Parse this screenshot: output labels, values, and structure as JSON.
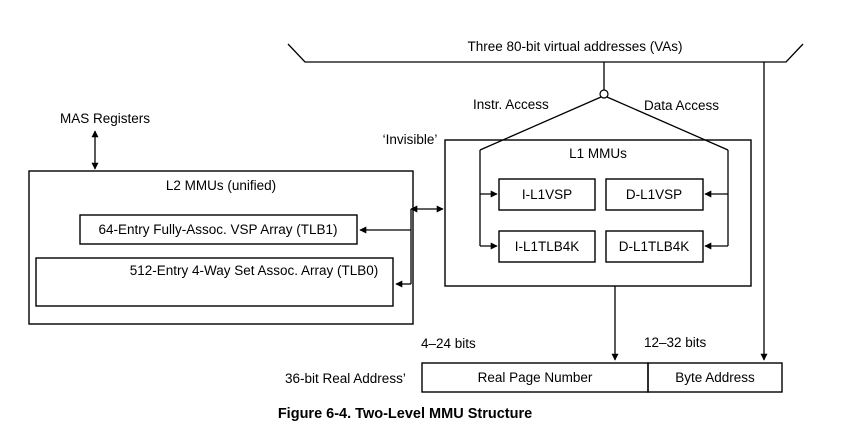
{
  "labels": {
    "virtual_addresses": "Three 80-bit virtual addresses (VAs)",
    "instr_access": "Instr. Access",
    "data_access": "Data Access",
    "mas_registers": "MAS Registers",
    "invisible": "‘Invisible’",
    "l1_mmus": "L1 MMUs",
    "l2_mmus": "L2 MMUs (unified)",
    "tlb1": "64-Entry Fully-Assoc. VSP Array (TLB1)",
    "tlb0": "512-Entry 4-Way Set Assoc. Array (TLB0)",
    "i_l1vsp": "I-L1VSP",
    "d_l1vsp": "D-L1VSP",
    "i_l1tlb4k": "I-L1TLB4K",
    "d_l1tlb4k": "D-L1TLB4K",
    "bits_4_24": "4–24 bits",
    "bits_12_32": "12–32 bits",
    "real_address": "36-bit Real Address’",
    "real_page_number": "Real Page Number",
    "byte_address": "Byte Address"
  },
  "caption": "Figure 6-4. Two-Level MMU Structure"
}
